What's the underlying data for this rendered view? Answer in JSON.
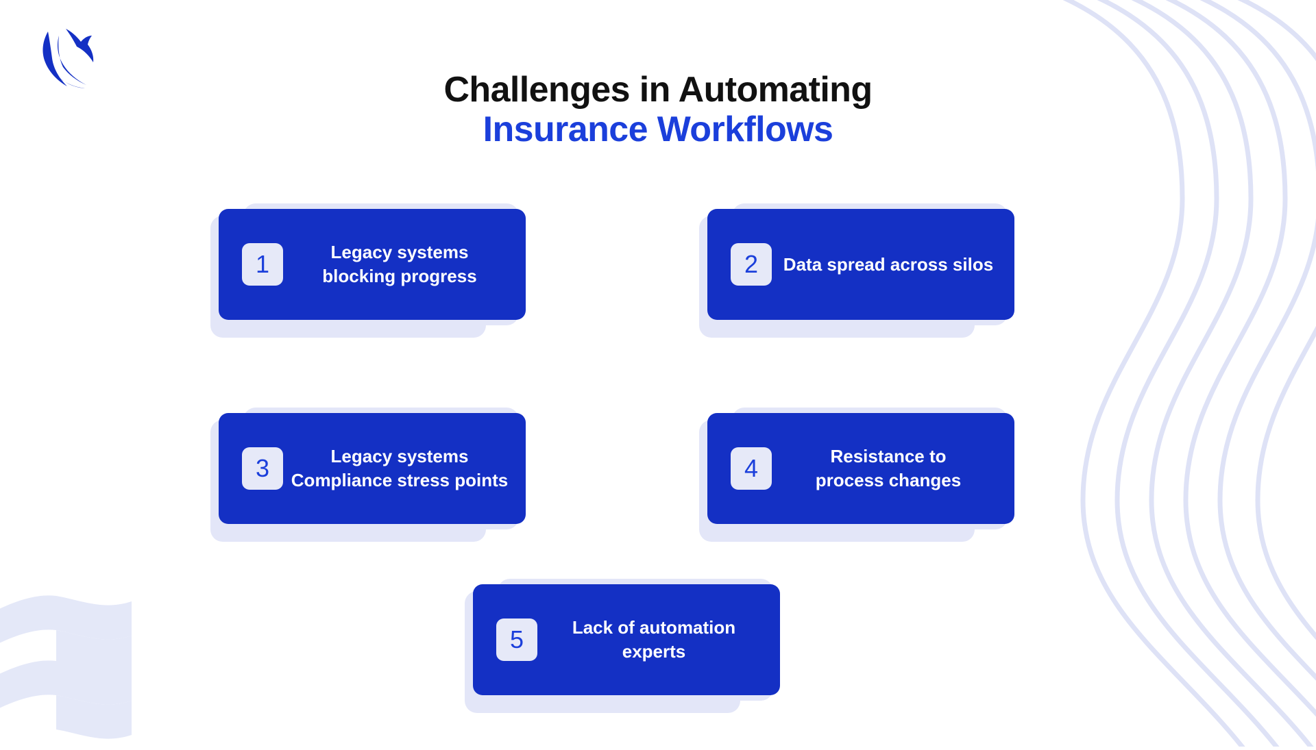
{
  "brand": {
    "logo_icon": "eagle-logo-icon",
    "primary_blue": "#1430C4",
    "accent_blue": "#1B3FDB",
    "shadow_lavender": "#E3E6F8",
    "badge_bg": "#E6E9F8",
    "heading_dark": "#111111",
    "background": "#FFFFFF"
  },
  "heading": {
    "line1": "Challenges in Automating",
    "line2": "Insurance Workflows"
  },
  "decorations": {
    "right_waves_icon": "wave-lines-decoration",
    "bottom_left_flag_icon": "checkered-wave-decoration"
  },
  "cards": [
    {
      "number": "1",
      "text": "Legacy systems\nblocking progress"
    },
    {
      "number": "2",
      "text": "Data spread across silos"
    },
    {
      "number": "3",
      "text": "Legacy systems\nCompliance stress points"
    },
    {
      "number": "4",
      "text": "Resistance to\nprocess changes"
    },
    {
      "number": "5",
      "text": "Lack of automation experts"
    }
  ]
}
